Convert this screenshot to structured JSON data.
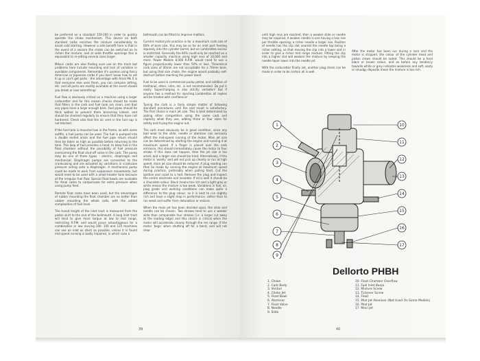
{
  "left_page": {
    "col1": [
      "be preferred on a standard 150-200 in order to quickly operate the choke mechanism. This device on both standard carbs enriches the mixture considerably to assist cold starting. However a side benefit here is that in the event of a seizure the choke can be switched on to richen the mixture, and at wide throttle openings this is equivalent to re-jetting several sizes larger.",
      "Mikuni carbs are also finding sure use on the track but problems here include mounting and lack of variation in available components. Remember it's useless using fancy American or Japanese carbs if you don't know how to set it up or can't get parts - the advantage with Amal Mk II is that everyone else uses them, you can compare jetting, etc. and all parts are readily available at the event should you break or lose something!",
      "Fuel flow is obviously critical on a machine using a larger carburettor and for this reason checks should be made that filters in the carb and fuel tank are clean, and that any pipes have a large enough bore. Fuel pipes should be thick walled to prevent them becoming kinked, and should be checked regularly to ensure that they have not hardened. Check also that the air vent in the fuel cap is not blocked.",
      "If the fuel tank is mounted low in the frame, as with some outfits, a fuel pump can be used. The fuel is pumped into a double ended union and the fuel pipe return should then be taken as high as possible before returning to the tank. This loop of fuel provides a head, to keep fuel in the float chamber without the possibility of fuel pressure overcoming the float shut-off valve in the carb. The pump may be one of three types - electric, diaphragm and mechanical. Diaphragm pumps are connected to the crankcasing and are actuated by variations in crankcase pressure acting onto a diaphragm. A mechanical pump could be made to work from suspension movements, but would need to be used with a small header tank because of the irregular fuel flow. Special float bowls are available for Amal carbs to compensate for extra pressure when using pump feed.",
      "Remote float carbs have been used, but the advantages of rubber mounting the float chamber are no better than rubber mounting the whole carb, with the added complexities of fuel level.",
      "The tuned length of the inlet tract is measured from the piston skirt to the end of the bellmouth. A long inlet tract will tend to give more torque at low to mid range, restricting R.P.M. and would prove advantageous for a combination or low revving 200. 150 and 125 machines can use an inlet as short as possible, unless it is found mid speed running is badly impaired, in which case a"
    ],
    "col2": [
      "bellmouth can be fitted to improve matters.",
      "Current motorcycle practice is for a maximum carb size of 60% of bore size, this may be so for an inlet port feeding squarely into the cylinder barrel, but on Lambrettas excess is restricted. Generally the 60% could only be reached on a smaller capacity machine using high revs of 10,000 and more. Power Models 8,000 R.P.M. would need to use a figure proportionally lower than 50% or less. Theoretical carb sizes of 40mm are not acceptable for a 70mm bore, but using that size choke, the engine would probably self-destruct before reaching the power band.",
      "Fuel to be used is commercial pump petrol, and addition of methanol, ether, nitro, etc. is not recommended. Do put it easily. Supercharging is also strictly verboten! But if anyone has a method for injecting Lambrettas all replies will be treated with confidence!",
      "Tuning the carb is a fairly simple matter of following standard procedures until the end result is satisfactory. The first choice is main jet size. This is best determined by asking other competitors using the same carb and capacity what they use, adding three or four sizes for safety and trying the engine out.",
      "The carb must obviously be in good condition, since any bad wear to the slide, needle or atomiser can seriously affect the mid-speed running of the motor. Main jet size can be determined by starting the engine and running it at maximum speed. If a finger is placed over the carb entrance, this should immediately cause the motor to four stroke. If this does not happen, then the jet size is too small, and a larger size should be tried. Alternatively, if the motor is 'woolly' and will not pick up cleanly or run at high speed, main jet size should be reduced. A plug reading can then be made by running the engine at maximum speed during practice, preferably when pulling hard. Cut the ignition and coast to a halt. Remove the plug and inspect the centre electrode and insulator. If all is well it should be a chocolate colour. Black means too rich and a light grey or white means the mixture is too weak. Variations in fuel, oil, plug grade and working conditions can make quite a difference to the plug colour, so it is best to run slightly rich and have a slight drop in performance, rather than to run weak and suffer from detonation or seizure.",
      "When the main jet has been decided upon, the slide and needle can be chosen. Two strokes tend to use a weaker slide than comparable four strokes (i.e. a larger cut away at the leading edge) and this choice is critical when the motor will accelerate cleanly through the rev range. If the motor 'bogs' when shutting off for a bend, and will not clear"
    ],
    "page_num": "39"
  },
  "right_page": {
    "col1": [
      "until high revs are reached, then a weaker slide or needle may be required. A weaker needle is one having a less rise per throttle opening; a richer needle a larger rise. Position of needle has the clip slot nearest the needle top being a richer setting, so that moving the clip into a lower slot in order to give a richer mid range mixture. Fitting the clip into a higher slot will weaken the mixture by keeping the needle taper lower into the needle jet.",
      "With the carburettor finally set, another plug check can be made in order to be certain all is well."
    ],
    "col2": [
      "After the motor has been run during a race and the motor is stripped, the colour of the cylinder head and piston crown should be noted. This should be a hard black or brown colour, and as before any tendency towards white or grey indicates weakness and soft, sooty or smudgy deposits mean the mixture is too rich."
    ],
    "diagram_title": "Dellorto PHBH",
    "legend_left": [
      "1.  Choke",
      "2.  Carb Body",
      "3.  Venturi",
      "4.  Choke Jet",
      "5.  Float Bowl",
      "6.  Atomiser",
      "7.  Float Valve",
      "8.  Needle",
      "9.  Slide"
    ],
    "legend_right": [
      "10. Float Chamber Overflow",
      "11. Fuel Inlet Banjo",
      "12. Mixture Screw",
      "13. Tickover Screw",
      "14. Float",
      "15. Pilot Jet Atomiser (Not Used On Some Models)",
      "16. Pilot Jet",
      "17. Main Jet"
    ],
    "callouts": [
      "1",
      "2",
      "3",
      "4",
      "5",
      "6",
      "7",
      "8",
      "9",
      "10",
      "11",
      "12",
      "13",
      "14",
      "15",
      "16",
      "17"
    ],
    "page_num": "40"
  }
}
